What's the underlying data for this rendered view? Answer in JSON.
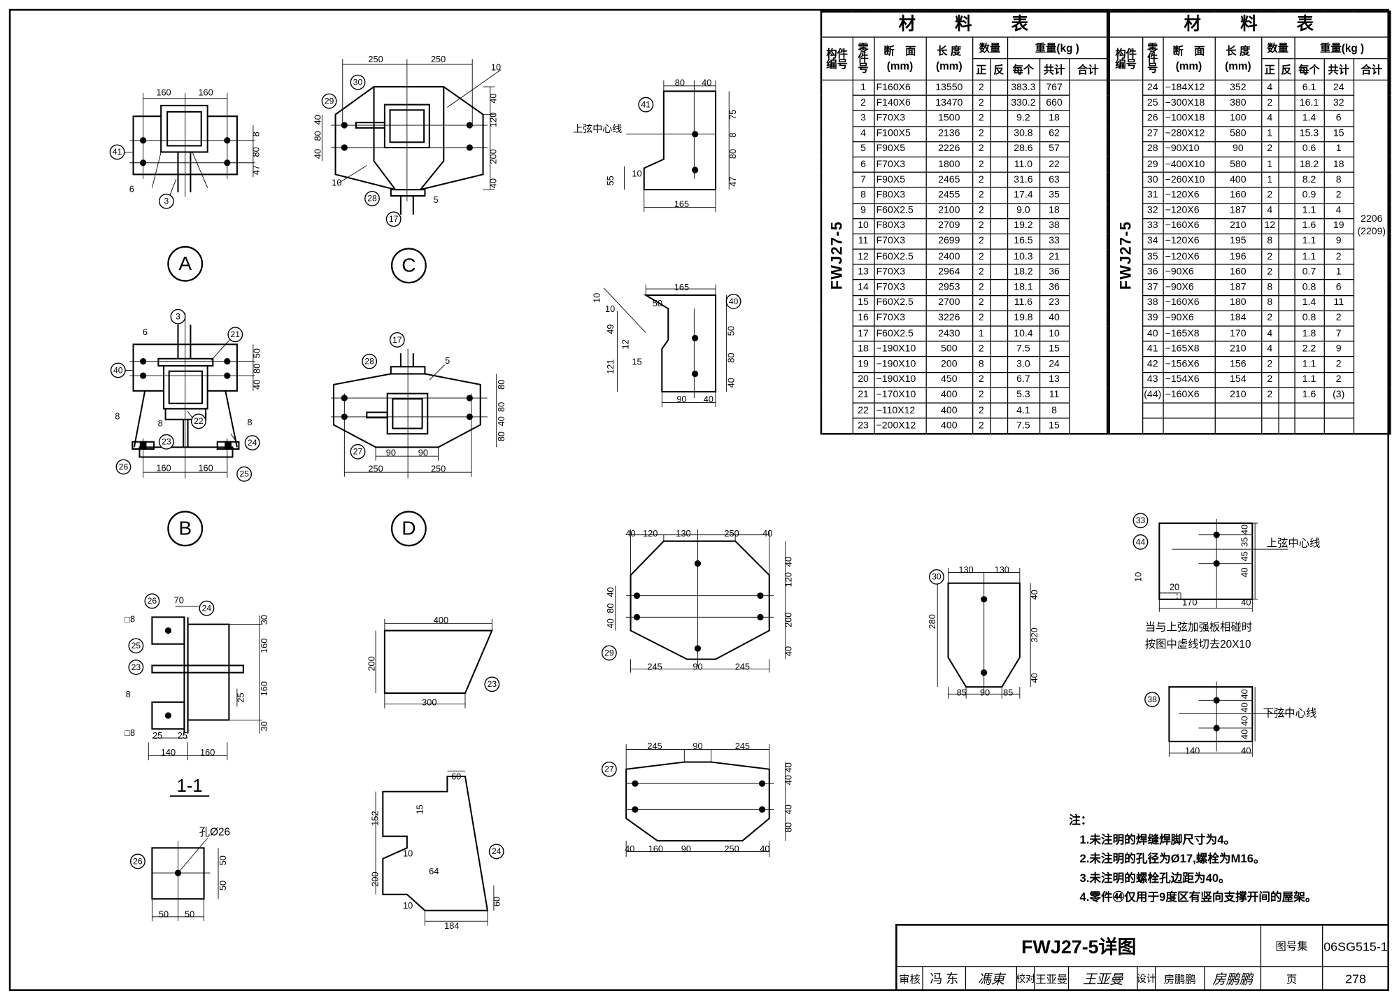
{
  "material_table": {
    "title": "材　　料　　表",
    "headers": {
      "member_no": "构件编号",
      "part_no": "零件号",
      "section": "断　面",
      "section_unit": "(mm)",
      "length": "长 度",
      "length_unit": "(mm)",
      "qty": "数量",
      "qty_pos": "正",
      "qty_neg": "反",
      "weight": "重量(kg )",
      "each": "每个",
      "total": "共计",
      "sum": "合计"
    }
  },
  "tables": [
    {
      "member": "FWJ27-5",
      "sum": [],
      "rows": [
        {
          "no": "1",
          "section": "F160X6",
          "length": "13550",
          "qty": "2",
          "each": "383.3",
          "total": "767"
        },
        {
          "no": "2",
          "section": "F140X6",
          "length": "13470",
          "qty": "2",
          "each": "330.2",
          "total": "660"
        },
        {
          "no": "3",
          "section": "F70X3",
          "length": "1500",
          "qty": "2",
          "each": "9.2",
          "total": "18"
        },
        {
          "no": "4",
          "section": "F100X5",
          "length": "2136",
          "qty": "2",
          "each": "30.8",
          "total": "62"
        },
        {
          "no": "5",
          "section": "F90X5",
          "length": "2226",
          "qty": "2",
          "each": "28.6",
          "total": "57"
        },
        {
          "no": "6",
          "section": "F70X3",
          "length": "1800",
          "qty": "2",
          "each": "11.0",
          "total": "22"
        },
        {
          "no": "7",
          "section": "F90X5",
          "length": "2465",
          "qty": "2",
          "each": "31.6",
          "total": "63"
        },
        {
          "no": "8",
          "section": "F80X3",
          "length": "2455",
          "qty": "2",
          "each": "17.4",
          "total": "35"
        },
        {
          "no": "9",
          "section": "F60X2.5",
          "length": "2100",
          "qty": "2",
          "each": "9.0",
          "total": "18"
        },
        {
          "no": "10",
          "section": "F80X3",
          "length": "2709",
          "qty": "2",
          "each": "19.2",
          "total": "38"
        },
        {
          "no": "11",
          "section": "F70X3",
          "length": "2699",
          "qty": "2",
          "each": "16.5",
          "total": "33"
        },
        {
          "no": "12",
          "section": "F60X2.5",
          "length": "2400",
          "qty": "2",
          "each": "10.3",
          "total": "21"
        },
        {
          "no": "13",
          "section": "F70X3",
          "length": "2964",
          "qty": "2",
          "each": "18.2",
          "total": "36"
        },
        {
          "no": "14",
          "section": "F70X3",
          "length": "2953",
          "qty": "2",
          "each": "18.1",
          "total": "36"
        },
        {
          "no": "15",
          "section": "F60X2.5",
          "length": "2700",
          "qty": "2",
          "each": "11.6",
          "total": "23"
        },
        {
          "no": "16",
          "section": "F70X3",
          "length": "3226",
          "qty": "2",
          "each": "19.8",
          "total": "40"
        },
        {
          "no": "17",
          "section": "F60X2.5",
          "length": "2430",
          "qty": "1",
          "each": "10.4",
          "total": "10"
        },
        {
          "no": "18",
          "section": "−190X10",
          "length": "500",
          "qty": "2",
          "each": "7.5",
          "total": "15"
        },
        {
          "no": "19",
          "section": "−190X10",
          "length": "200",
          "qty": "8",
          "each": "3.0",
          "total": "24"
        },
        {
          "no": "20",
          "section": "−190X10",
          "length": "450",
          "qty": "2",
          "each": "6.7",
          "total": "13"
        },
        {
          "no": "21",
          "section": "−170X10",
          "length": "400",
          "qty": "2",
          "each": "5.3",
          "total": "11"
        },
        {
          "no": "22",
          "section": "−110X12",
          "length": "400",
          "qty": "2",
          "each": "4.1",
          "total": "8"
        },
        {
          "no": "23",
          "section": "−200X12",
          "length": "400",
          "qty": "2",
          "each": "7.5",
          "total": "15"
        }
      ]
    },
    {
      "member": "FWJ27-5",
      "sum": [
        "2206",
        "(2209)"
      ],
      "rows": [
        {
          "no": "24",
          "section": "−184X12",
          "length": "352",
          "qty": "4",
          "each": "6.1",
          "total": "24"
        },
        {
          "no": "25",
          "section": "−300X18",
          "length": "380",
          "qty": "2",
          "each": "16.1",
          "total": "32"
        },
        {
          "no": "26",
          "section": "−100X18",
          "length": "100",
          "qty": "4",
          "each": "1.4",
          "total": "6"
        },
        {
          "no": "27",
          "section": "−280X12",
          "length": "580",
          "qty": "1",
          "each": "15.3",
          "total": "15"
        },
        {
          "no": "28",
          "section": "−90X10",
          "length": "90",
          "qty": "2",
          "each": "0.6",
          "total": "1"
        },
        {
          "no": "29",
          "section": "−400X10",
          "length": "580",
          "qty": "1",
          "each": "18.2",
          "total": "18"
        },
        {
          "no": "30",
          "section": "−260X10",
          "length": "400",
          "qty": "1",
          "each": "8.2",
          "total": "8"
        },
        {
          "no": "31",
          "section": "−120X6",
          "length": "160",
          "qty": "2",
          "each": "0.9",
          "total": "2"
        },
        {
          "no": "32",
          "section": "−120X6",
          "length": "187",
          "qty": "4",
          "each": "1.1",
          "total": "4"
        },
        {
          "no": "33",
          "section": "−160X6",
          "length": "210",
          "qty": "12",
          "each": "1.6",
          "total": "19"
        },
        {
          "no": "34",
          "section": "−120X6",
          "length": "195",
          "qty": "8",
          "each": "1.1",
          "total": "9"
        },
        {
          "no": "35",
          "section": "−120X6",
          "length": "196",
          "qty": "2",
          "each": "1.1",
          "total": "2"
        },
        {
          "no": "36",
          "section": "−90X6",
          "length": "160",
          "qty": "2",
          "each": "0.7",
          "total": "1"
        },
        {
          "no": "37",
          "section": "−90X6",
          "length": "187",
          "qty": "8",
          "each": "0.8",
          "total": "6"
        },
        {
          "no": "38",
          "section": "−160X6",
          "length": "180",
          "qty": "8",
          "each": "1.4",
          "total": "11"
        },
        {
          "no": "39",
          "section": "−90X6",
          "length": "184",
          "qty": "2",
          "each": "0.8",
          "total": "2"
        },
        {
          "no": "40",
          "section": "−165X8",
          "length": "170",
          "qty": "4",
          "each": "1.8",
          "total": "7"
        },
        {
          "no": "41",
          "section": "−165X8",
          "length": "210",
          "qty": "4",
          "each": "2.2",
          "total": "9"
        },
        {
          "no": "42",
          "section": "−156X6",
          "length": "156",
          "qty": "2",
          "each": "1.1",
          "total": "2"
        },
        {
          "no": "43",
          "section": "−154X6",
          "length": "154",
          "qty": "2",
          "each": "1.1",
          "total": "2"
        },
        {
          "no": "(44)",
          "section": "−160X6",
          "length": "210",
          "qty": "2",
          "each": "1.6",
          "total": "(3)"
        },
        {
          "no": "",
          "section": "",
          "length": "",
          "qty": "",
          "each": "",
          "total": ""
        },
        {
          "no": "",
          "section": "",
          "length": "",
          "qty": "",
          "each": "",
          "total": ""
        }
      ]
    }
  ],
  "views": {
    "A": {
      "label": "A",
      "tags": [
        "41",
        "3"
      ],
      "dims": [
        "160",
        "160",
        "8",
        "80",
        "47"
      ],
      "welds": [
        "6"
      ]
    },
    "B": {
      "label": "B",
      "tags": [
        "3",
        "21",
        "40",
        "22",
        "23",
        "24",
        "26",
        "25"
      ],
      "dims": [
        "50",
        "80",
        "40",
        "160",
        "160"
      ],
      "welds": [
        "6",
        "8",
        "8",
        "8"
      ]
    },
    "C": {
      "label": "C",
      "tags": [
        "30",
        "29",
        "28",
        "17"
      ],
      "dims": [
        "250",
        "250",
        "40",
        "120",
        "200",
        "40",
        "40",
        "80",
        "40"
      ],
      "welds": [
        "10",
        "10",
        "5"
      ]
    },
    "D": {
      "label": "D",
      "tags": [
        "17",
        "28",
        "27"
      ],
      "dims": [
        "80",
        "80",
        "40",
        "80",
        "90",
        "90",
        "250",
        "250"
      ],
      "welds": [
        "5"
      ]
    },
    "section_1_1": {
      "title": "1-1",
      "tags": [
        "26",
        "24",
        "25",
        "23"
      ],
      "dims": [
        "70",
        "30",
        "160",
        "160",
        "30",
        "25",
        "25",
        "25",
        "140",
        "160"
      ],
      "welds": [
        "□8",
        "8",
        "□8"
      ]
    }
  },
  "parts": {
    "p41": {
      "tag": "41",
      "note": "上弦中心线",
      "dims": [
        "80",
        "40",
        "75",
        "8",
        "80",
        "47",
        "55",
        "10",
        "165"
      ]
    },
    "p40": {
      "tag": "40",
      "dims": [
        "165",
        "50",
        "10",
        "10",
        "49",
        "12",
        "15",
        "121",
        "50",
        "80",
        "40",
        "90",
        "40"
      ]
    },
    "p29": {
      "tag": "29",
      "dims": [
        "40",
        "120",
        "130",
        "250",
        "40",
        "40",
        "120",
        "200",
        "40",
        "40",
        "80",
        "40",
        "245",
        "90",
        "245"
      ]
    },
    "p27": {
      "tag": "27",
      "dims": [
        "245",
        "90",
        "245",
        "40",
        "40",
        "40",
        "80",
        "40",
        "160",
        "90",
        "250",
        "40"
      ]
    },
    "p23": {
      "tag": "23",
      "dims": [
        "400",
        "200",
        "300"
      ]
    },
    "p24": {
      "tag": "24",
      "dims": [
        "60",
        "152",
        "15",
        "10",
        "64",
        "200",
        "10",
        "184",
        "60"
      ]
    },
    "p30": {
      "tag": "30",
      "dims": [
        "130",
        "130",
        "280",
        "40",
        "320",
        "40",
        "85",
        "90",
        "85"
      ]
    },
    "p26": {
      "tag": "26",
      "hole": "孔Ø26",
      "dims": [
        "50",
        "50",
        "50",
        "50"
      ]
    },
    "p33_44": {
      "tags": [
        "33",
        "44"
      ],
      "note": "上弦中心线",
      "dims": [
        "40",
        "35",
        "45",
        "40",
        "10",
        "20",
        "170",
        "40"
      ],
      "remark": [
        "当与上弦加强板相碰时",
        "按图中虚线切去20X10"
      ]
    },
    "p38": {
      "tag": "38",
      "note": "下弦中心线",
      "dims": [
        "40",
        "40",
        "40",
        "40",
        "140",
        "40"
      ]
    }
  },
  "notes": {
    "heading": "注：",
    "items": [
      "1.未注明的焊缝焊脚尺寸为4。",
      "2.未注明的孔径为Ø17,螺栓为M16。",
      "3.未注明的螺栓孔边距为40。",
      "4.零件㊹仅用于9度区有竖向支撑开间的屋架。"
    ]
  },
  "title_block": {
    "title": "FWJ27-5详图",
    "atlas_label": "图号集",
    "atlas_no": "06SG515-1",
    "page_label": "页",
    "page_no": "278",
    "review_label": "审核",
    "reviewer": "冯 东",
    "reviewer_sign": "馮東",
    "check_label": "校对",
    "checker": "王亚曼",
    "checker_sign": "王亚曼",
    "design_label": "设计",
    "designer": "房鹏鹏",
    "designer_sign": "房鹏鹏"
  }
}
